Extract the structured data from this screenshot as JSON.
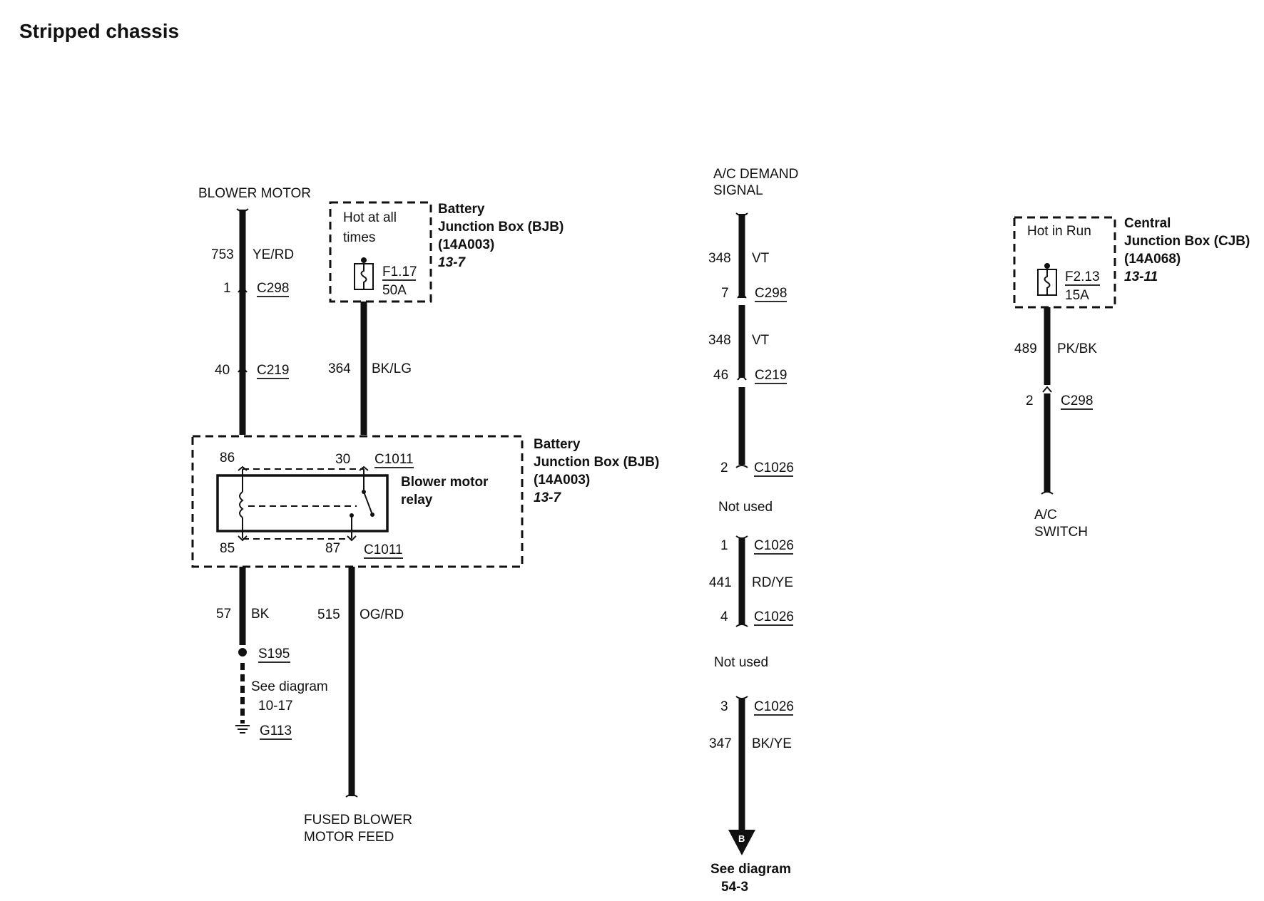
{
  "title": "Stripped chassis",
  "labels": {
    "blower_motor": "BLOWER MOTOR",
    "hot_at_all_times_1": "Hot at all",
    "hot_at_all_times_2": "times",
    "bjb_1": "Battery",
    "bjb_2": "Junction Box (BJB)",
    "bjb_3": "(14A003)",
    "bjb_4": "13-7",
    "fuse_f117": "F1.17",
    "fuse_50a": "50A",
    "w753": "753",
    "c753": "YE/RD",
    "pin1": "1",
    "c298_a": "C298",
    "w40": "40",
    "c219_a": "C219",
    "w364": "364",
    "c364": "BK/LG",
    "relay_bjb_1": "Battery",
    "relay_bjb_2": "Junction Box (BJB)",
    "relay_bjb_3": "(14A003)",
    "relay_bjb_4": "13-7",
    "p86": "86",
    "p30": "30",
    "c1011_a": "C1011",
    "relay_1": "Blower motor",
    "relay_2": "relay",
    "p85": "85",
    "p87": "87",
    "c1011_b": "C1011",
    "w57": "57",
    "c57": "BK",
    "w515": "515",
    "c515": "OG/RD",
    "s195": "S195",
    "see_diag_1": "See diagram",
    "see_diag_2": "10-17",
    "g113": "G113",
    "fused_1": "FUSED BLOWER",
    "fused_2": "MOTOR FEED",
    "ac_demand_1": "A/C DEMAND",
    "ac_demand_2": "SIGNAL",
    "w348a": "348",
    "c348a": "VT",
    "pin7": "7",
    "c298_b": "C298",
    "w348b": "348",
    "c348b": "VT",
    "pin46": "46",
    "c219_b": "C219",
    "pin2a": "2",
    "c1026_a": "C1026",
    "not_used_1": "Not used",
    "pin1b": "1",
    "c1026_b": "C1026",
    "w441": "441",
    "c441": "RD/YE",
    "pin4": "4",
    "c1026_c": "C1026",
    "not_used_2": "Not used",
    "pin3": "3",
    "c1026_d": "C1026",
    "w347": "347",
    "c347": "BK/YE",
    "arrow_b": "B",
    "see_diag_3": "See diagram",
    "see_diag_4": "54-3",
    "hot_in_run": "Hot in Run",
    "cjb_1": "Central",
    "cjb_2": "Junction Box (CJB)",
    "cjb_3": "(14A068)",
    "cjb_4": "13-11",
    "fuse_f213": "F2.13",
    "fuse_15a": "15A",
    "w489": "489",
    "c489": "PK/BK",
    "pin2b": "2",
    "c298_c": "C298",
    "ac_switch_1": "A/C",
    "ac_switch_2": "SWITCH"
  }
}
